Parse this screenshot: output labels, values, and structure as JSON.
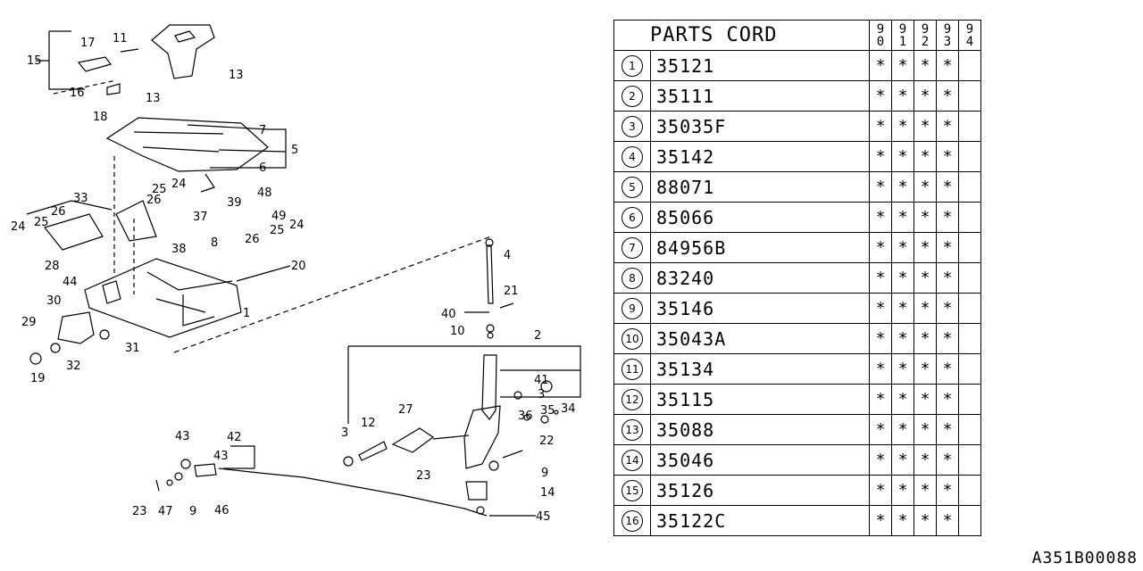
{
  "diagram": {
    "labels": [
      "15",
      "17",
      "11",
      "13",
      "16",
      "13",
      "18",
      "7",
      "5",
      "6",
      "33",
      "25",
      "24",
      "26",
      "24",
      "25",
      "26",
      "48",
      "39",
      "49",
      "37",
      "38",
      "8",
      "26",
      "25",
      "24",
      "28",
      "44",
      "20",
      "4",
      "21",
      "1",
      "30",
      "29",
      "31",
      "32",
      "19",
      "40",
      "10",
      "2",
      "41",
      "3",
      "36",
      "35",
      "34",
      "12",
      "27",
      "3",
      "22",
      "23",
      "9",
      "14",
      "45",
      "43",
      "42",
      "43",
      "9",
      "46",
      "23",
      "47"
    ]
  },
  "table": {
    "header": "PARTS CORD",
    "years": [
      [
        "9",
        "0"
      ],
      [
        "9",
        "1"
      ],
      [
        "9",
        "2"
      ],
      [
        "9",
        "3"
      ],
      [
        "9",
        "4"
      ]
    ],
    "rows": [
      {
        "no": "1",
        "code": "35121",
        "marks": [
          "*",
          "*",
          "*",
          "*",
          ""
        ]
      },
      {
        "no": "2",
        "code": "35111",
        "marks": [
          "*",
          "*",
          "*",
          "*",
          ""
        ]
      },
      {
        "no": "3",
        "code": "35035F",
        "marks": [
          "*",
          "*",
          "*",
          "*",
          ""
        ]
      },
      {
        "no": "4",
        "code": "35142",
        "marks": [
          "*",
          "*",
          "*",
          "*",
          ""
        ]
      },
      {
        "no": "5",
        "code": "88071",
        "marks": [
          "*",
          "*",
          "*",
          "*",
          ""
        ]
      },
      {
        "no": "6",
        "code": "85066",
        "marks": [
          "*",
          "*",
          "*",
          "*",
          ""
        ]
      },
      {
        "no": "7",
        "code": "84956B",
        "marks": [
          "*",
          "*",
          "*",
          "*",
          ""
        ]
      },
      {
        "no": "8",
        "code": "83240",
        "marks": [
          "*",
          "*",
          "*",
          "*",
          ""
        ]
      },
      {
        "no": "9",
        "code": "35146",
        "marks": [
          "*",
          "*",
          "*",
          "*",
          ""
        ]
      },
      {
        "no": "10",
        "code": "35043A",
        "marks": [
          "*",
          "*",
          "*",
          "*",
          ""
        ]
      },
      {
        "no": "11",
        "code": "35134",
        "marks": [
          "*",
          "*",
          "*",
          "*",
          ""
        ]
      },
      {
        "no": "12",
        "code": "35115",
        "marks": [
          "*",
          "*",
          "*",
          "*",
          ""
        ]
      },
      {
        "no": "13",
        "code": "35088",
        "marks": [
          "*",
          "*",
          "*",
          "*",
          ""
        ]
      },
      {
        "no": "14",
        "code": "35046",
        "marks": [
          "*",
          "*",
          "*",
          "*",
          ""
        ]
      },
      {
        "no": "15",
        "code": "35126",
        "marks": [
          "*",
          "*",
          "*",
          "*",
          ""
        ]
      },
      {
        "no": "16",
        "code": "35122C",
        "marks": [
          "*",
          "*",
          "*",
          "*",
          ""
        ]
      }
    ]
  },
  "ref_code": "A351B00088"
}
